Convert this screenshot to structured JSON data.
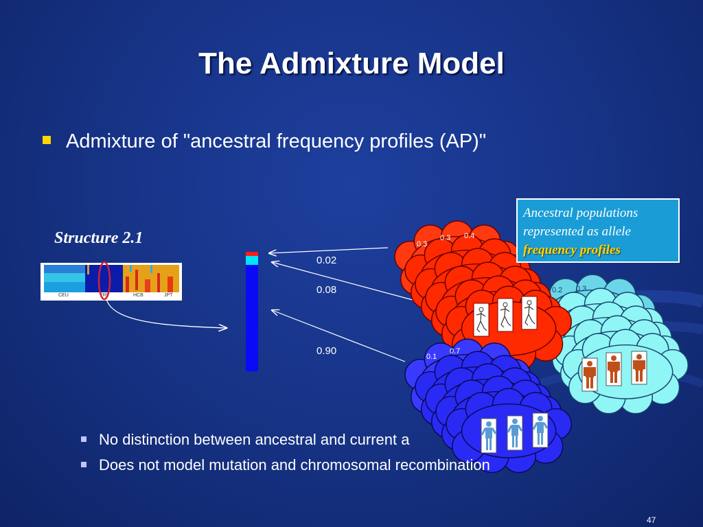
{
  "slide": {
    "title": "The Admixture Model",
    "bullet": "Admixture of \"ancestral frequency profiles (AP)\"",
    "structure_label": "Structure 2.1",
    "population_labels": [
      "CEU",
      "YRI",
      "HCB",
      "JPT"
    ],
    "callout": {
      "line1": "Ancestral populations",
      "line2": "represented as allele",
      "line3": "frequency profiles"
    },
    "frequencies": [
      "0.02",
      "0.08",
      "0.90"
    ],
    "cloud_labels": {
      "red": [
        "0.3",
        "0.3",
        "0.4"
      ],
      "cyan": [
        "0.2",
        "0.3"
      ],
      "blue": [
        "0.1",
        "0.7"
      ]
    },
    "sub_bullets": [
      "No distinction between ancestral and current a",
      "Does not model mutation and chromosomal recombination"
    ],
    "page_number": "47"
  },
  "colors": {
    "background": "#173488",
    "accent": "#ffd600",
    "red_cloud": "#ff2a00",
    "cyan_cloud": "#8ff5f5",
    "blue_cloud": "#2a2af5",
    "bar_blue": "#0a0af5",
    "bar_cyan": "#00e5ff",
    "bar_red": "#ff1a1a"
  }
}
